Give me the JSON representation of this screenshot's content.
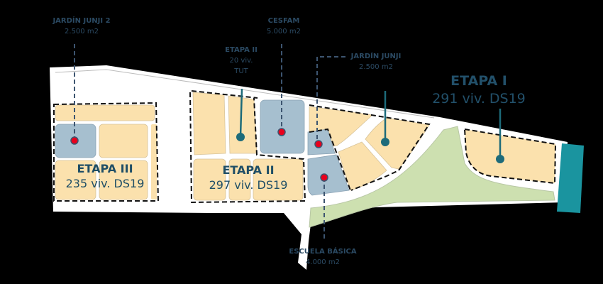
{
  "map": {
    "colors": {
      "background": "#000000",
      "site": "#ffffff",
      "housing_lot": "#fbe1ad",
      "equipment_lot": "#a6bfcf",
      "green_area": "#cde0b0",
      "river_edge": "#1a949f",
      "label_text": "#2b4a63",
      "pin_dot": "#e8001c",
      "pin_ring": "#3d5570",
      "leader_teal": "#1d6b7a"
    },
    "callouts": [
      {
        "id": "jardin-junji-2",
        "title": "JARDÍN JUNJI 2",
        "subtitle": "2.500 m2"
      },
      {
        "id": "cesfam",
        "title": "CESFAM",
        "subtitle": "5.000 m2"
      },
      {
        "id": "etapa-ii-tut",
        "title": "ETAPA II",
        "subtitle": "20 viv.",
        "subtitle2": "TUT"
      },
      {
        "id": "jardin-junji",
        "title": "JARDÍN JUNJI",
        "subtitle": "2.500 m2"
      },
      {
        "id": "escuela-basica",
        "title": "ESCUELA BÁSICA",
        "subtitle": "4.000 m2"
      }
    ],
    "stages": [
      {
        "id": "etapa-iii",
        "title": "ETAPA III",
        "units": "235 viv. DS19"
      },
      {
        "id": "etapa-ii",
        "title": "ETAPA II",
        "units": "297 viv. DS19"
      },
      {
        "id": "etapa-i",
        "title": "ETAPA I",
        "units": "291 viv. DS19"
      }
    ]
  }
}
